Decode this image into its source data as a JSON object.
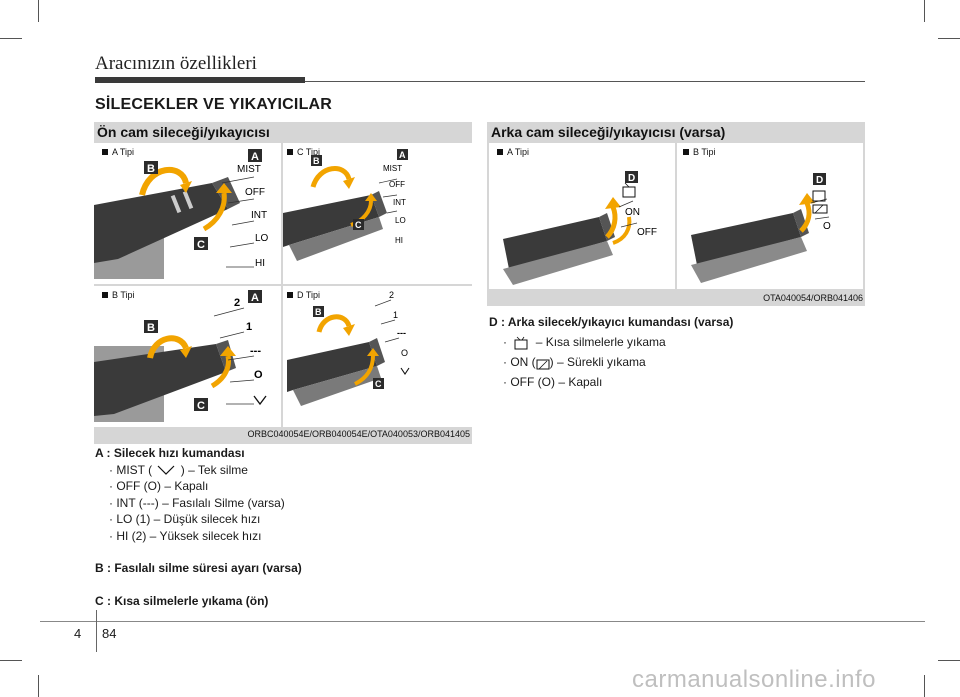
{
  "header": {
    "title": "Aracınızın özellikleri"
  },
  "section_title": "SİLECEKLER VE YIKAYICILAR",
  "front": {
    "heading": "Ön cam sileceği/yıkayıcısı",
    "cells": [
      {
        "tipi": "A Tipi",
        "labels": [
          "MIST",
          "OFF",
          "INT",
          "LO",
          "HI"
        ]
      },
      {
        "tipi": "C Tipi",
        "labels": [
          "MIST",
          "OFF",
          "INT",
          "LO",
          "HI"
        ]
      },
      {
        "tipi": "B Tipi",
        "labels": [
          "2",
          "1",
          "---",
          "O"
        ]
      },
      {
        "tipi": "D Tipi",
        "labels": [
          "2",
          "1",
          "---",
          "O"
        ]
      }
    ],
    "code": "ORBC040054E/ORB040054E/OTA040053/ORB041405"
  },
  "rear": {
    "heading": "Arka cam sileceği/yıkayıcısı (varsa)",
    "cells": [
      {
        "tipi": "A Tipi",
        "labels": [
          "ON",
          "OFF"
        ]
      },
      {
        "tipi": "B Tipi",
        "labels": [
          "O"
        ]
      }
    ],
    "code": "OTA040054/ORB041406"
  },
  "badges": {
    "a": "A",
    "b": "B",
    "c": "C",
    "d": "D"
  },
  "desc_front": {
    "a_head": "A : Silecek hızı kumandası",
    "a_items": [
      {
        "pre": "· MIST (",
        "post": ") – Tek silme"
      },
      {
        "text": "· OFF (O) – Kapalı"
      },
      {
        "text": "· INT (---) – Fasılalı Silme (varsa)"
      },
      {
        "text": "· LO (1) – Düşük silecek hızı"
      },
      {
        "text": "· HI (2) – Yüksek silecek hızı"
      }
    ],
    "b_head": "B : Fasılalı silme süresi ayarı (varsa)",
    "c_head": "C : Kısa silmelerle yıkama (ön)"
  },
  "desc_rear": {
    "d_head": "D : Arka silecek/yıkayıcı kumandası (varsa)",
    "items": [
      {
        "pre": "·",
        "post": "– Kısa silmelerle yıkama"
      },
      {
        "pre": "· ON (",
        "post": ") – Sürekli yıkama"
      },
      {
        "text": "· OFF (O) – Kapalı"
      }
    ]
  },
  "footer": {
    "section": "4",
    "page": "84"
  },
  "watermark": "carmanualsonline.info",
  "colors": {
    "badge": "#2b2b2b",
    "arrow": "#f2a400",
    "panel": "#d6d6d6",
    "lever": "#3a3a3a"
  }
}
